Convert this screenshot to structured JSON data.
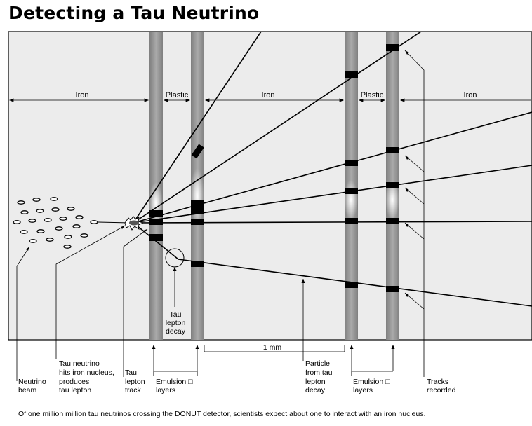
{
  "title": "Detecting a Tau Neutrino",
  "sections": {
    "iron_left": "Iron",
    "plastic_left": "Plastic",
    "iron_middle": "Iron",
    "plastic_right": "Plastic",
    "iron_right": "Iron"
  },
  "tau_decay_label": [
    "Tau",
    "lepton",
    "decay"
  ],
  "scale_label": "1 mm",
  "bottom_labels": {
    "neutrino_beam": [
      "Neutrino",
      "beam"
    ],
    "tau_neutrino_hits": [
      "Tau neutrino",
      "hits iron nucleus,",
      "produces",
      "tau lepton"
    ],
    "tau_lepton_track": [
      "Tau",
      "lepton",
      "track"
    ],
    "emulsion_layers_left": [
      "Emulsion □",
      "layers"
    ],
    "particle_from_decay": [
      "Particle",
      "from tau",
      "lepton",
      "decay"
    ],
    "emulsion_layers_right": [
      "Emulsion □",
      "layers"
    ],
    "tracks_recorded": [
      "Tracks",
      "recorded"
    ]
  },
  "caption": "Of one million million tau neutrinos crossing the DONUT detector, scientists expect about one to interact with an iron nucleus.",
  "colors": {
    "panel_bg": "#ececec",
    "layer_gray": "#9a9a9a",
    "track": "#000000"
  }
}
